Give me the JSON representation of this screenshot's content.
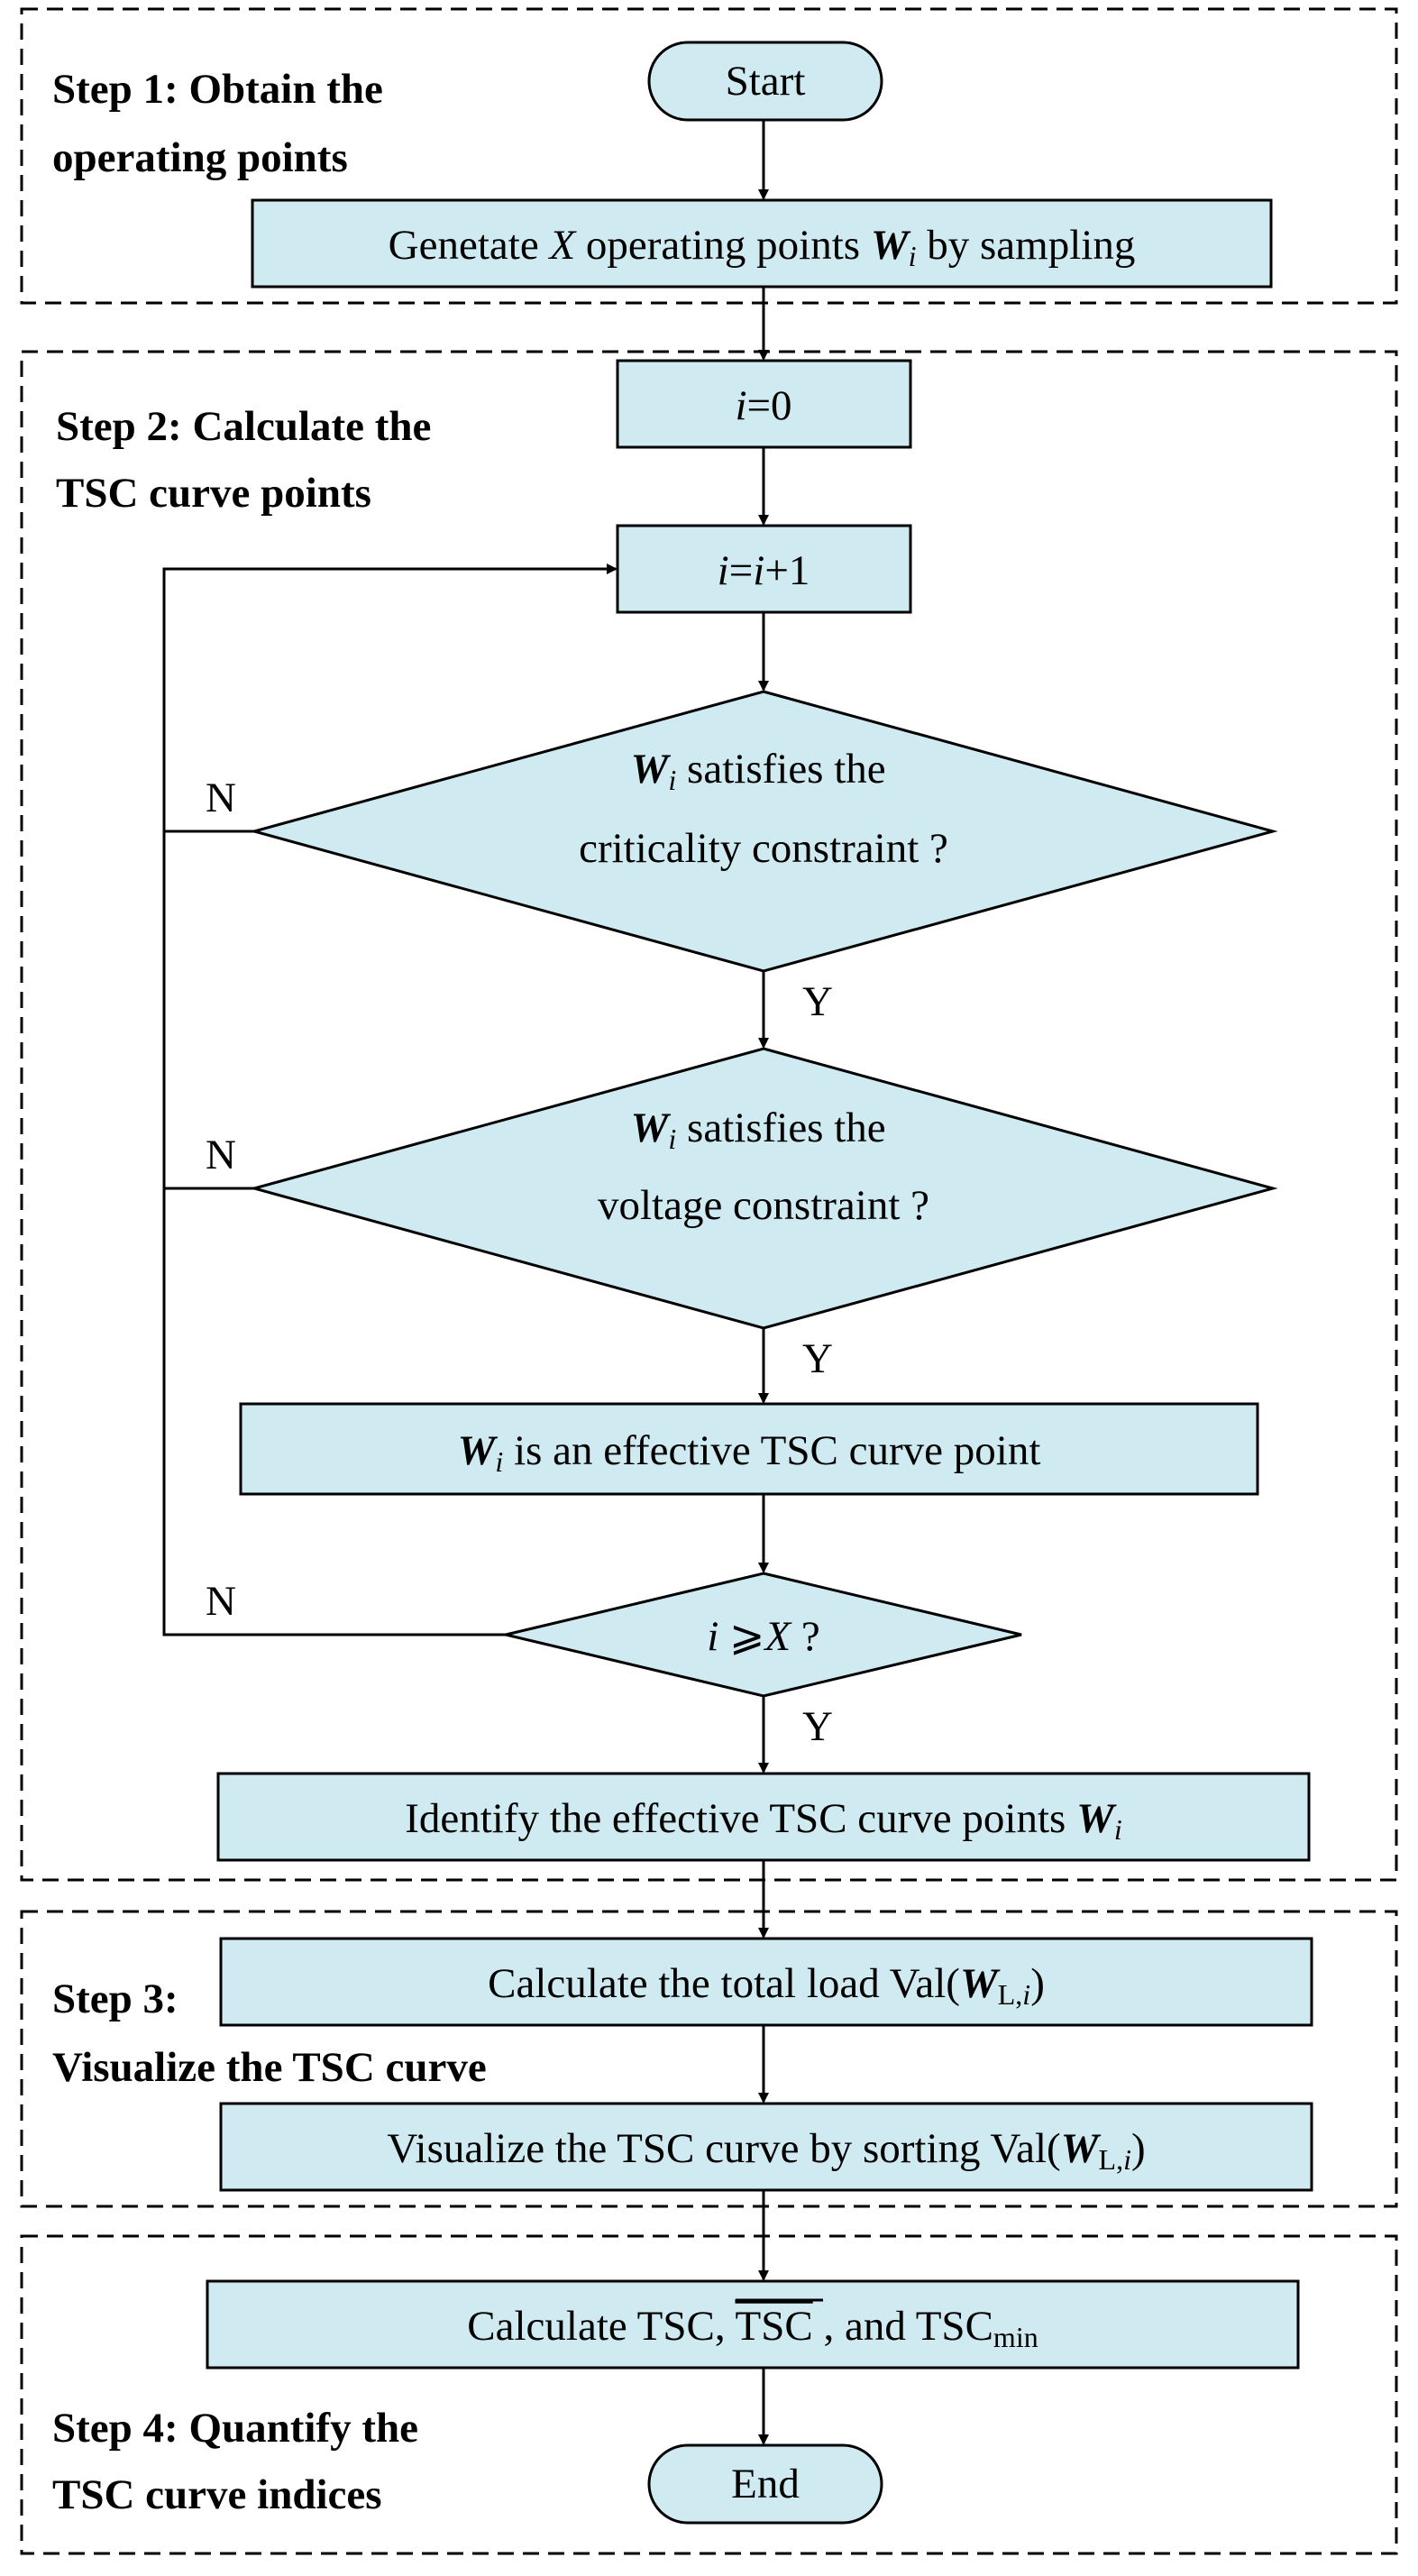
{
  "steps": {
    "step1": [
      "Step 1: Obtain the",
      "operating points"
    ],
    "step2": [
      "Step 2: Calculate the",
      "TSC curve points"
    ],
    "step3": [
      "Step 3:",
      "Visualize the TSC curve"
    ],
    "step4": [
      "Step 4: Quantify the",
      "TSC curve indices"
    ]
  },
  "nodes": {
    "start": "Start",
    "end": "End",
    "generate": {
      "pre": "Genetate ",
      "x": "X",
      "mid": " operating points ",
      "w": "W",
      "sub": "i",
      "post": " by sampling"
    },
    "init": {
      "i": "i",
      "rest": "=0"
    },
    "increment": {
      "i1": "i",
      "eq": "=",
      "i2": "i",
      "rest": "+1"
    },
    "crit": {
      "w": "W",
      "sub": "i",
      "line1": " satisfies the",
      "line2": "criticality constraint ?"
    },
    "volt": {
      "w": "W",
      "sub": "i",
      "line1": " satisfies the",
      "line2": "voltage constraint ?"
    },
    "effective": {
      "w": "W",
      "sub": "i",
      "rest": " is an effective TSC curve point"
    },
    "check": {
      "i": "i",
      "op": " ⩾",
      "x": "X",
      "q": " ?"
    },
    "identify": {
      "pre": "Identify the effective TSC curve points ",
      "w": "W",
      "sub": "i"
    },
    "total_load": {
      "pre": "Calculate the total load Val(",
      "w": "W",
      "sub": "L,",
      "subi": "i",
      "post": ")"
    },
    "visualize": {
      "pre": "Visualize the TSC curve by sorting Val(",
      "w": "W",
      "sub": "L,",
      "subi": "i",
      "post": ")"
    },
    "indices": {
      "pre": "Calculate TSC, ",
      "over": "TSC",
      "mid": " , and TSC",
      "sub": "min"
    }
  },
  "labels": {
    "yes": "Y",
    "no": "N"
  },
  "colors": {
    "box_fill": "#cfeaf0",
    "stroke": "#000000"
  }
}
